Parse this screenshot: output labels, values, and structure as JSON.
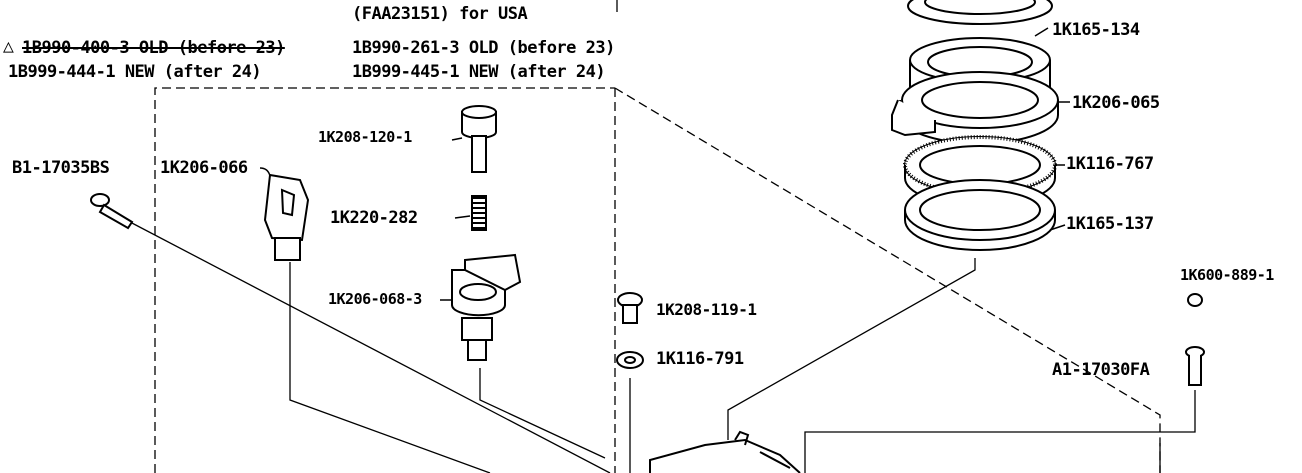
{
  "header": {
    "faa_note": "(FAA23151) for USA",
    "tri_mark": "△",
    "left_old": "1B990-400-3 OLD (before 23)",
    "left_new": "1B999-444-1 NEW (after 24)",
    "right_old": "1B990-261-3 OLD (before 23)",
    "right_new": "1B999-445-1 NEW (after 24)"
  },
  "parts": {
    "p_1k165_134": "1K165-134",
    "p_1k206_065": "1K206-065",
    "p_1k116_767": "1K116-767",
    "p_1k165_137": "1K165-137",
    "p_1k208_120_1": "1K208-120-1",
    "p_b1_17035bs": "B1-17035BS",
    "p_1k206_066": "1K206-066",
    "p_1k220_282": "1K220-282",
    "p_1k206_068_3": "1K206-068-3",
    "p_1k208_119_1": "1K208-119-1",
    "p_1k116_791": "1K116-791",
    "p_1k600_889_1": "1K600-889-1",
    "p_a1_17030fa": "A1-17030FA"
  },
  "icons": [
    "cap-screw-icon",
    "spring-icon",
    "guide-block-icon",
    "clamp-icon",
    "ring-icon",
    "screw-icon",
    "washer-icon"
  ]
}
